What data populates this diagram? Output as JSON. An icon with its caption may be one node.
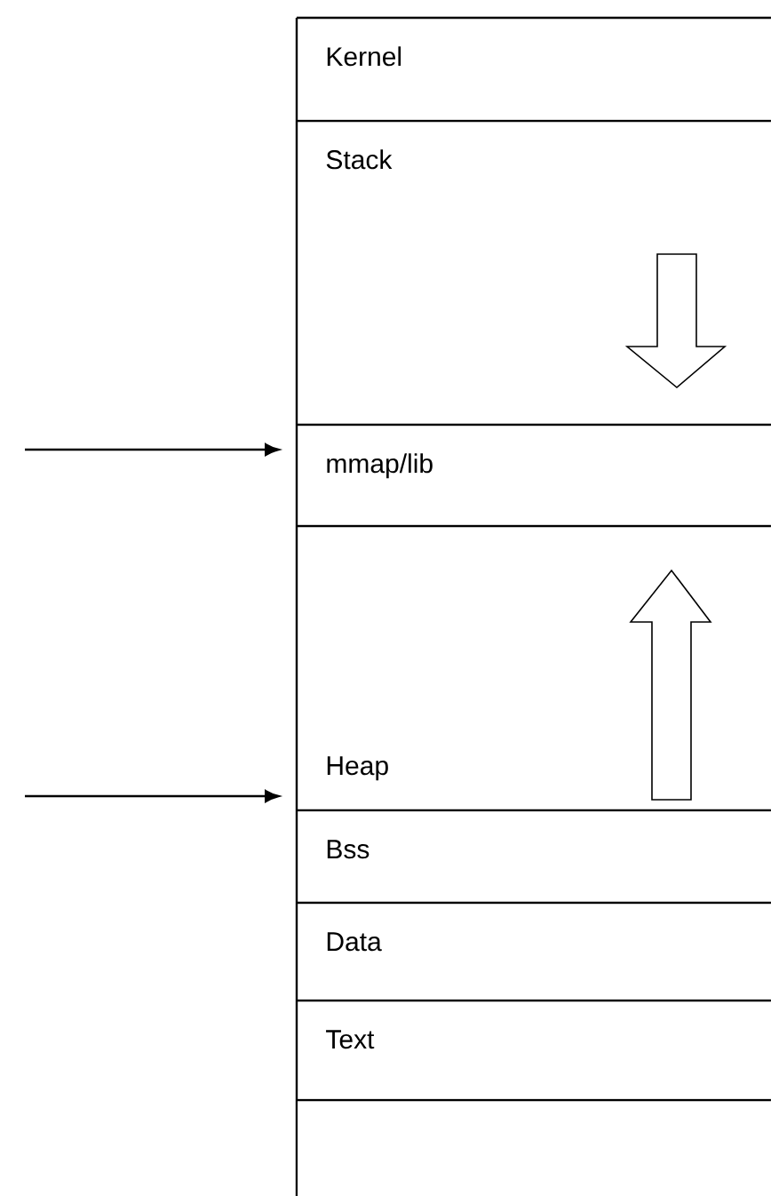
{
  "diagram": {
    "nodes": [
      {
        "text": [
          "Kernel"
        ]
      },
      {
        "text": [
          "Stack"
        ]
      },
      {
        "text": [
          "mmap/lib"
        ]
      },
      {
        "text": [
          "Heap"
        ]
      },
      {
        "text": [
          "Bss"
        ]
      },
      {
        "text": [
          "Data"
        ]
      },
      {
        "text": [
          "Text"
        ]
      },
      {
        "text": [],
        "shape": "box"
      }
    ],
    "edges": [
      {
        "from": null,
        "to": 2,
        "arrow": "to"
      },
      {
        "from": null,
        "to": 3,
        "arrow": "to"
      }
    ]
  }
}
